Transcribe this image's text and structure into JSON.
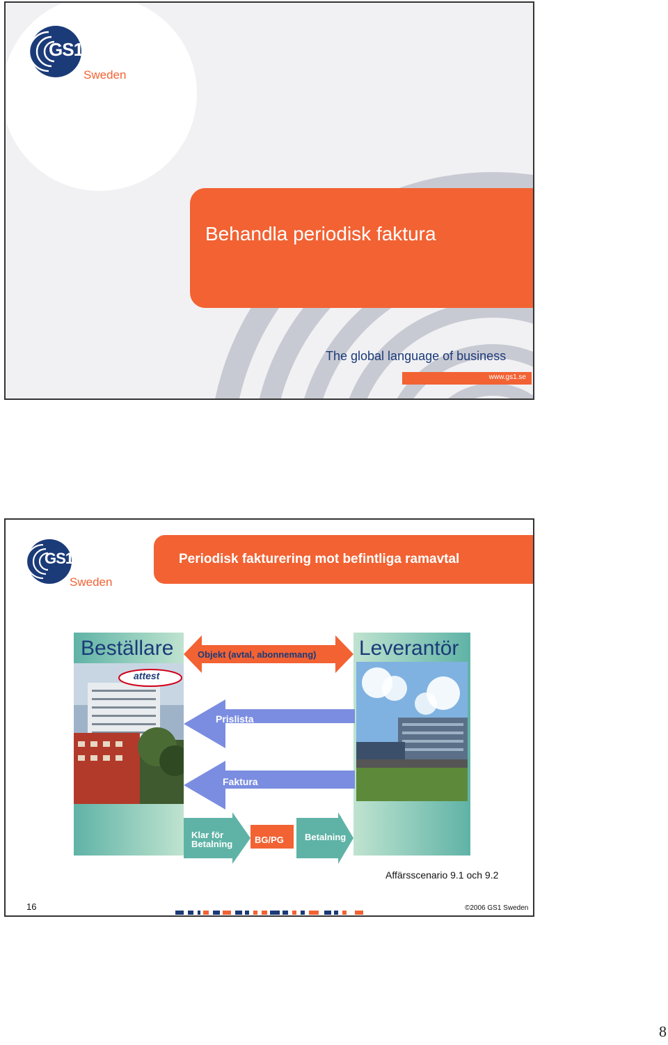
{
  "slide1": {
    "logo_text": "GS1",
    "logo_country": "Sweden",
    "title": "Behandla periodisk faktura",
    "tagline": "The global language of business",
    "url": "www.gs1.se"
  },
  "slide2": {
    "logo_text": "GS1",
    "logo_country": "Sweden",
    "title": "Periodisk fakturering mot befintliga ramavtal",
    "bestallare": "Beställare",
    "attest": "attest",
    "leverantor": "Leverantör",
    "objekt": "Objekt (avtal,  abonnemang)",
    "prislista": "Prislista",
    "faktura": "Faktura",
    "klar_line1": "Klar för",
    "klar_line2": "Betalning",
    "bgpg": "BG/PG",
    "betalning": "Betalning",
    "scenario": "Affärsscenario 9.1 och 9.2",
    "slide_number": "16",
    "copyright": "©2006 GS1 Sweden"
  },
  "page_number": "8",
  "colors": {
    "orange": "#f26233",
    "navy": "#1b3a78",
    "teal": "#5fb3a6",
    "blue_arrow": "#7b8de0",
    "swirl": "#c8cad3"
  }
}
